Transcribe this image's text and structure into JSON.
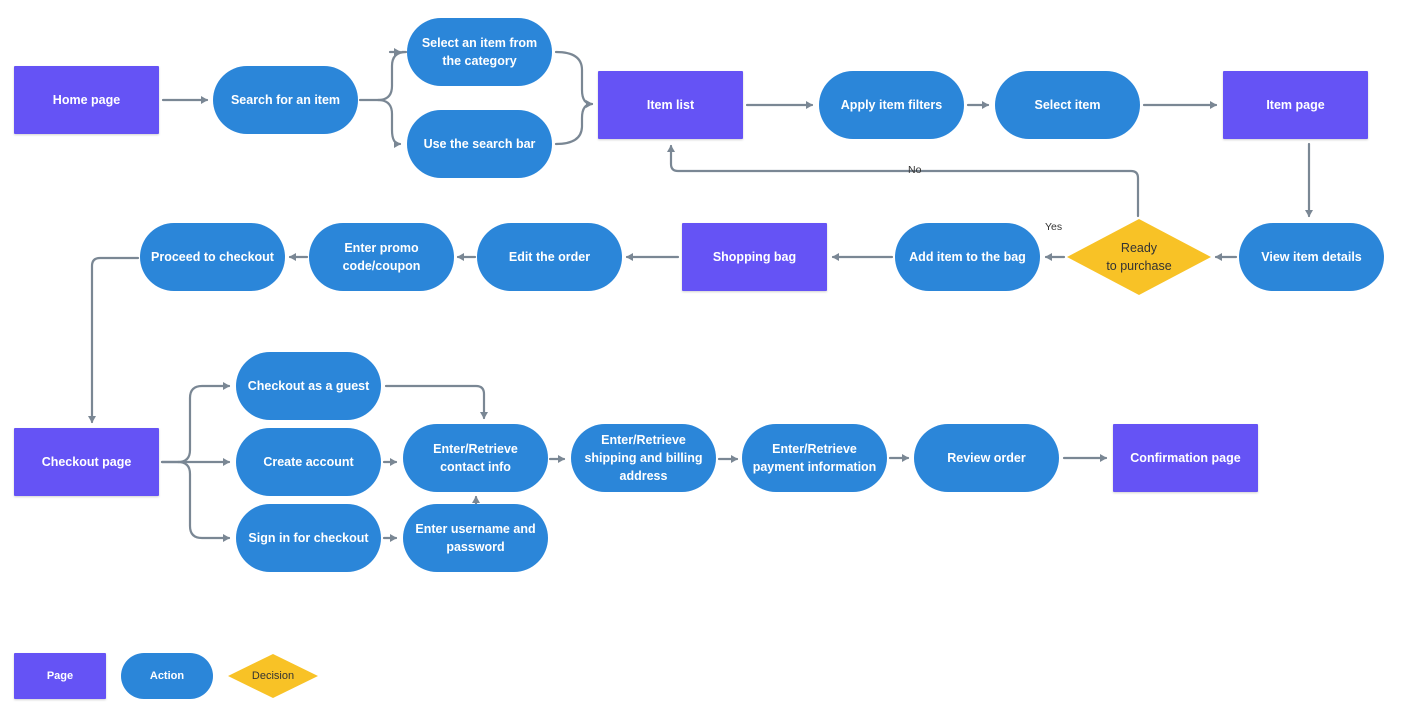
{
  "colors": {
    "page": "#6553f5",
    "action": "#2b86d9",
    "decision": "#f8c226",
    "connector": "#7a8794"
  },
  "nodes": {
    "home_page": "Home page",
    "search_item": "Search for an item",
    "select_category": "Select an item from\nthe category",
    "search_bar": "Use the search bar",
    "item_list": "Item list",
    "apply_filters": "Apply item filters",
    "select_item": "Select item",
    "item_page": "Item page",
    "view_details": "View item details",
    "ready_purchase": "Ready\nto purchase",
    "add_to_bag": "Add item to the bag",
    "shopping_bag": "Shopping bag",
    "edit_order": "Edit the order",
    "promo_code": "Enter promo\ncode/coupon",
    "proceed_checkout": "Proceed to checkout",
    "checkout_page": "Checkout page",
    "guest_checkout": "Checkout as a guest",
    "create_account": "Create account",
    "sign_in": "Sign in for checkout",
    "contact_info": "Enter/Retrieve\ncontact info",
    "username_password": "Enter username and\npassword",
    "shipping_billing": "Enter/Retrieve\nshipping and billing\naddress",
    "payment_info": "Enter/Retrieve\npayment information",
    "review_order": "Review order",
    "confirmation_page": "Confirmation page"
  },
  "edge_labels": {
    "no": "No",
    "yes": "Yes"
  },
  "legend": {
    "page": "Page",
    "action": "Action",
    "decision": "Decision"
  }
}
